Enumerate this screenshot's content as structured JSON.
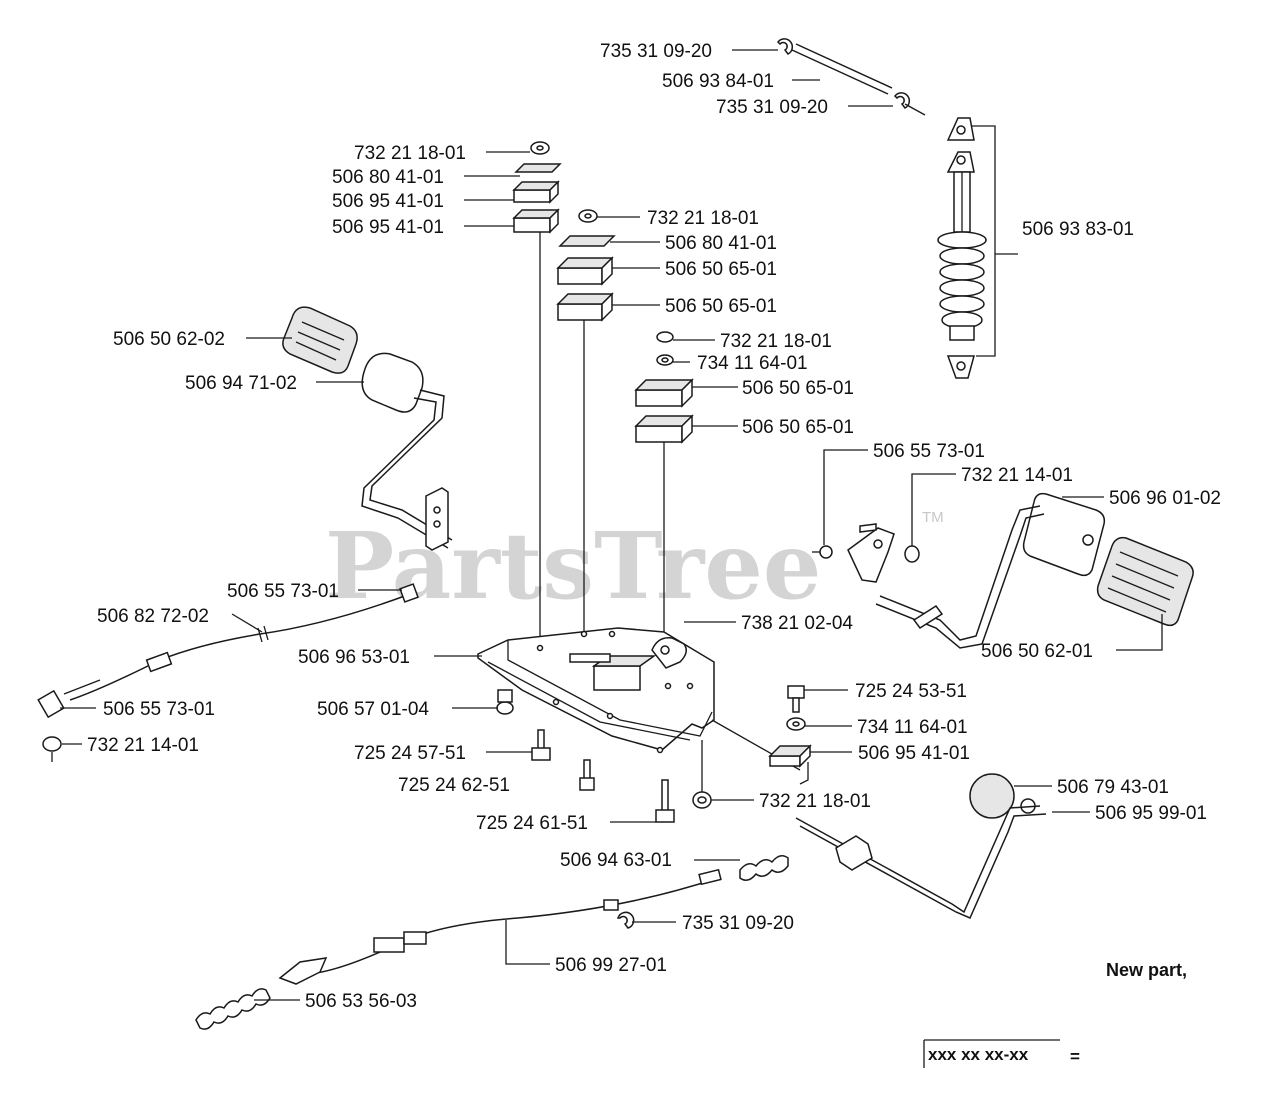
{
  "watermark": "PartsTree",
  "trademark": "TM",
  "labels": {
    "l1": "735 31 09-20",
    "l2": "506 93 84-01",
    "l3": "735 31 09-20",
    "l4": "732 21 18-01",
    "l5": "506 80 41-01",
    "l6": "506 95 41-01",
    "l7": "506 95 41-01",
    "l8": "732 21 18-01",
    "l9": "506 80 41-01",
    "l10": "506 50 65-01",
    "l11": "506 50 65-01",
    "l12": "506 93 83-01",
    "l13": "506 50 62-02",
    "l14": "506 94 71-02",
    "l15": "732 21 18-01",
    "l16": "734 11 64-01",
    "l17": "506 50 65-01",
    "l18": "506 50 65-01",
    "l19": "506 55 73-01",
    "l20": "732 21 14-01",
    "l21": "506 96 01-02",
    "l22": "506 55 73-01",
    "l23": "506 82 72-02",
    "l24": "738 21 02-04",
    "l25": "506 96 53-01",
    "l26": "506 50 62-01",
    "l27": "506 55 73-01",
    "l28": "506 57 01-04",
    "l29": "725 24 53-51",
    "l30": "732 21 14-01",
    "l31": "734 11 64-01",
    "l32": "725 24 57-51",
    "l33": "506 95 41-01",
    "l34": "725 24 62-51",
    "l35": "506 79 43-01",
    "l36": "732 21 18-01",
    "l37": "506 95 99-01",
    "l38": "725 24 61-51",
    "l39": "506 94 63-01",
    "l40": "735 31 09-20",
    "l41": "506 99 27-01",
    "l42": "506 53 56-03"
  },
  "legend": {
    "new_part": "New part,",
    "key_code": "xxx xx xx-xx",
    "equals": "="
  }
}
